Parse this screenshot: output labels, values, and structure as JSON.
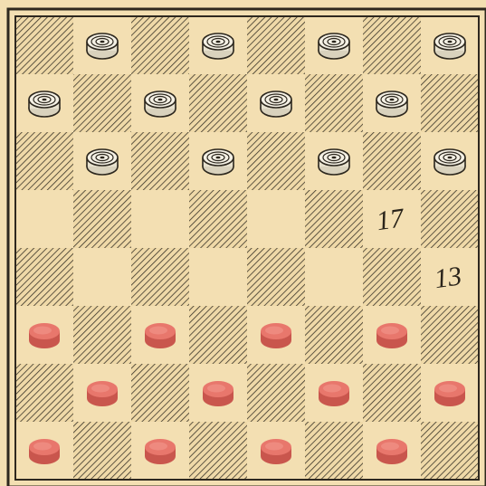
{
  "board": {
    "rows": 8,
    "cols": 8,
    "light_square_color": "#f3dfb2",
    "dark_square_color": "#efd9a8",
    "hatch_color": "#3a3428",
    "frame_color": "#2e281f"
  },
  "pieces": [
    {
      "color": "white",
      "row": 0,
      "col": 1
    },
    {
      "color": "white",
      "row": 0,
      "col": 3
    },
    {
      "color": "white",
      "row": 0,
      "col": 5
    },
    {
      "color": "white",
      "row": 0,
      "col": 7
    },
    {
      "color": "white",
      "row": 1,
      "col": 0
    },
    {
      "color": "white",
      "row": 1,
      "col": 2
    },
    {
      "color": "white",
      "row": 1,
      "col": 4
    },
    {
      "color": "white",
      "row": 1,
      "col": 6
    },
    {
      "color": "white",
      "row": 2,
      "col": 1
    },
    {
      "color": "white",
      "row": 2,
      "col": 3
    },
    {
      "color": "white",
      "row": 2,
      "col": 5
    },
    {
      "color": "white",
      "row": 2,
      "col": 7
    },
    {
      "color": "red",
      "row": 5,
      "col": 0
    },
    {
      "color": "red",
      "row": 5,
      "col": 2
    },
    {
      "color": "red",
      "row": 5,
      "col": 4
    },
    {
      "color": "red",
      "row": 5,
      "col": 6
    },
    {
      "color": "red",
      "row": 6,
      "col": 1
    },
    {
      "color": "red",
      "row": 6,
      "col": 3
    },
    {
      "color": "red",
      "row": 6,
      "col": 5
    },
    {
      "color": "red",
      "row": 6,
      "col": 7
    },
    {
      "color": "red",
      "row": 7,
      "col": 0
    },
    {
      "color": "red",
      "row": 7,
      "col": 2
    },
    {
      "color": "red",
      "row": 7,
      "col": 4
    },
    {
      "color": "red",
      "row": 7,
      "col": 6
    }
  ],
  "piece_colors": {
    "white_fill": "#f4f0e4",
    "white_stroke": "#2b261d",
    "red_fill": "#e8776c",
    "red_shade": "#c9564d"
  },
  "annotations": [
    {
      "text": "17",
      "row": 3,
      "col": 6
    },
    {
      "text": "13",
      "row": 4,
      "col": 7
    }
  ]
}
